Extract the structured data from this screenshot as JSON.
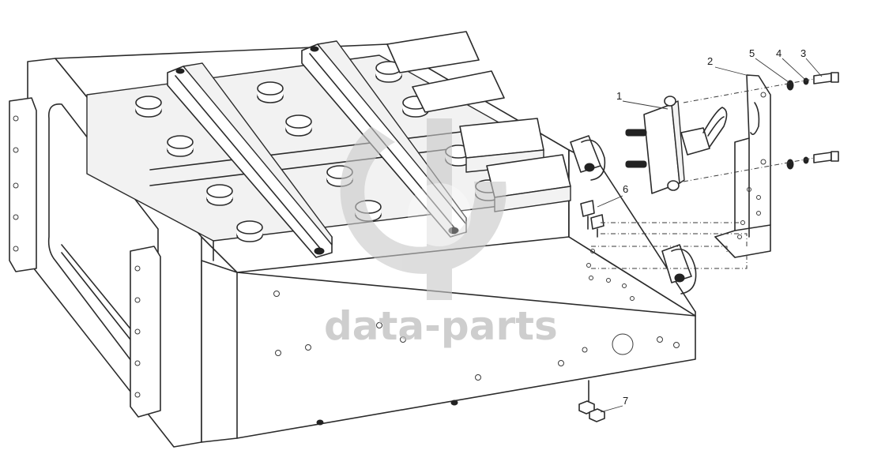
{
  "watermark": {
    "text": "data-parts",
    "logo_icon": "data-parts-logo-icon",
    "color": "#bdbdbd"
  },
  "callouts": [
    {
      "id": "1",
      "label": "1"
    },
    {
      "id": "2",
      "label": "2"
    },
    {
      "id": "3",
      "label": "3"
    },
    {
      "id": "4",
      "label": "4"
    },
    {
      "id": "5",
      "label": "5"
    },
    {
      "id": "6",
      "label": "6"
    },
    {
      "id": "7",
      "label": "7"
    }
  ]
}
